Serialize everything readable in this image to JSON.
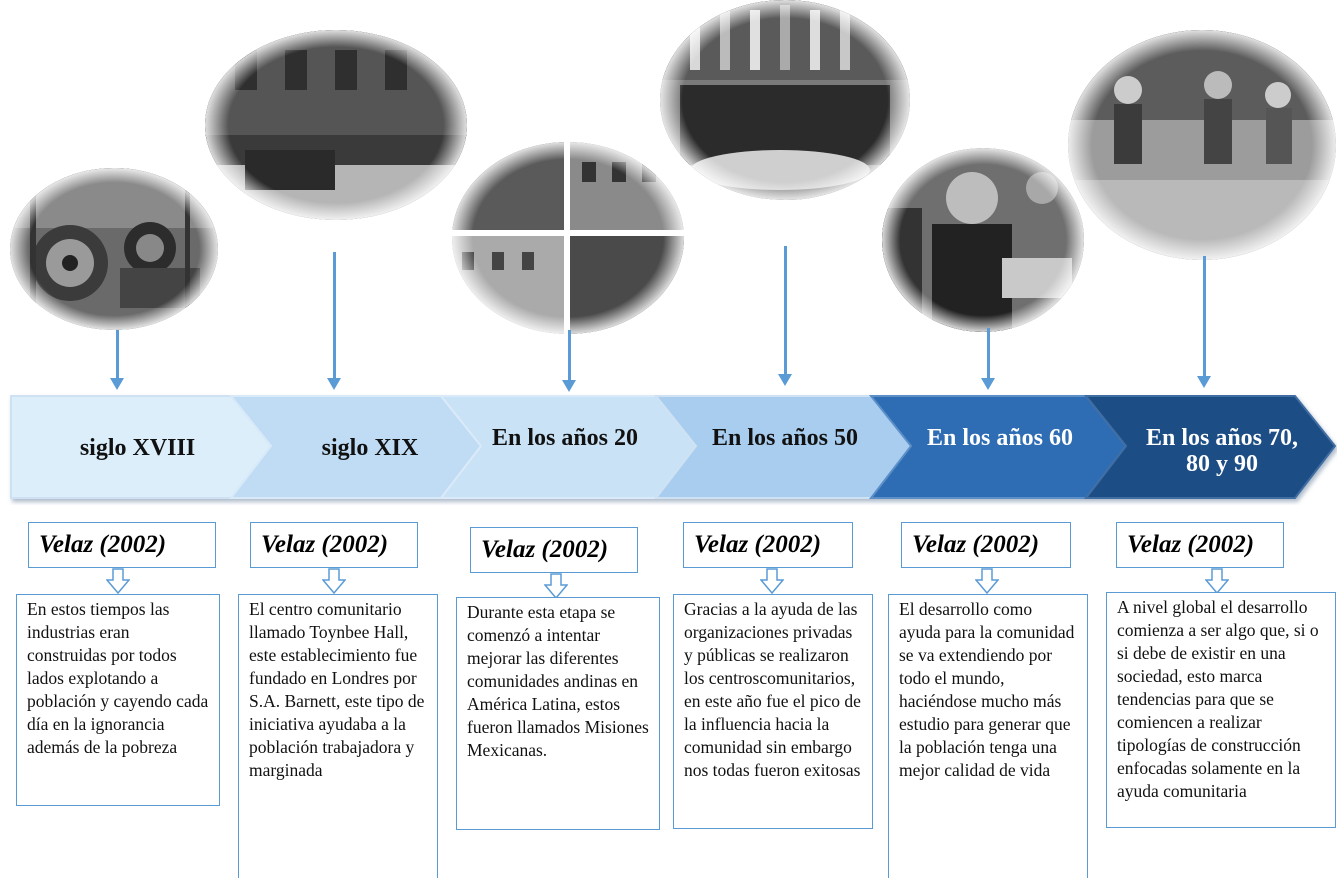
{
  "timeline": [
    {
      "era": "siglo XVIII",
      "citation": "Velaz (2002)",
      "description": "En estos tiempos las industrias eran construidas por todos lados explotando a población y cayendo cada día en la ignorancia además de la pobreza"
    },
    {
      "era": "siglo XIX",
      "citation": "Velaz (2002)",
      "description": "El centro comunitario llamado Toynbee Hall, este establecimiento fue fundado en Londres por S.A. Barnett, este tipo de iniciativa ayudaba a la población trabajadora y marginada"
    },
    {
      "era": "En los años 20",
      "citation": "Velaz (2002)",
      "description": "Durante esta etapa se comenzó a intentar mejorar las diferentes comunidades andinas en América Latina, estos fueron llamados Misiones Mexicanas."
    },
    {
      "era": "En los años 50",
      "citation": "Velaz (2002)",
      "description": "Gracias a la ayuda de las organizaciones privadas y públicas se realizaron los centroscomunitarios, en este año fue el pico de la influencia hacia la comunidad sin embargo nos todas fueron exitosas"
    },
    {
      "era": "En los años 60",
      "citation": "Velaz (2002)",
      "description": "El desarrollo como ayuda para la comunidad se va extendiendo por todo el mundo, haciéndose mucho más estudio para generar que la población tenga una mejor calidad de vida"
    },
    {
      "era": "En los años 70, 80 y 90",
      "citation": "Velaz (2002)",
      "description": "A nivel global el desarrollo comienza a ser algo que, si o si debe de existir en una sociedad, esto marca tendencias para que se comiencen a realizar tipologías de construcción enfocadas solamente en la ayuda comunitaria"
    }
  ],
  "colors": {
    "accent": "#5b9bd5",
    "segments": [
      "#dbeefa",
      "#bfdcf4",
      "#c9e2f6",
      "#a9cdef",
      "#2e6db3",
      "#1f4e85"
    ],
    "label_text": [
      "#111111",
      "#111111",
      "#111111",
      "#111111",
      "#ffffff",
      "#ffffff"
    ]
  }
}
